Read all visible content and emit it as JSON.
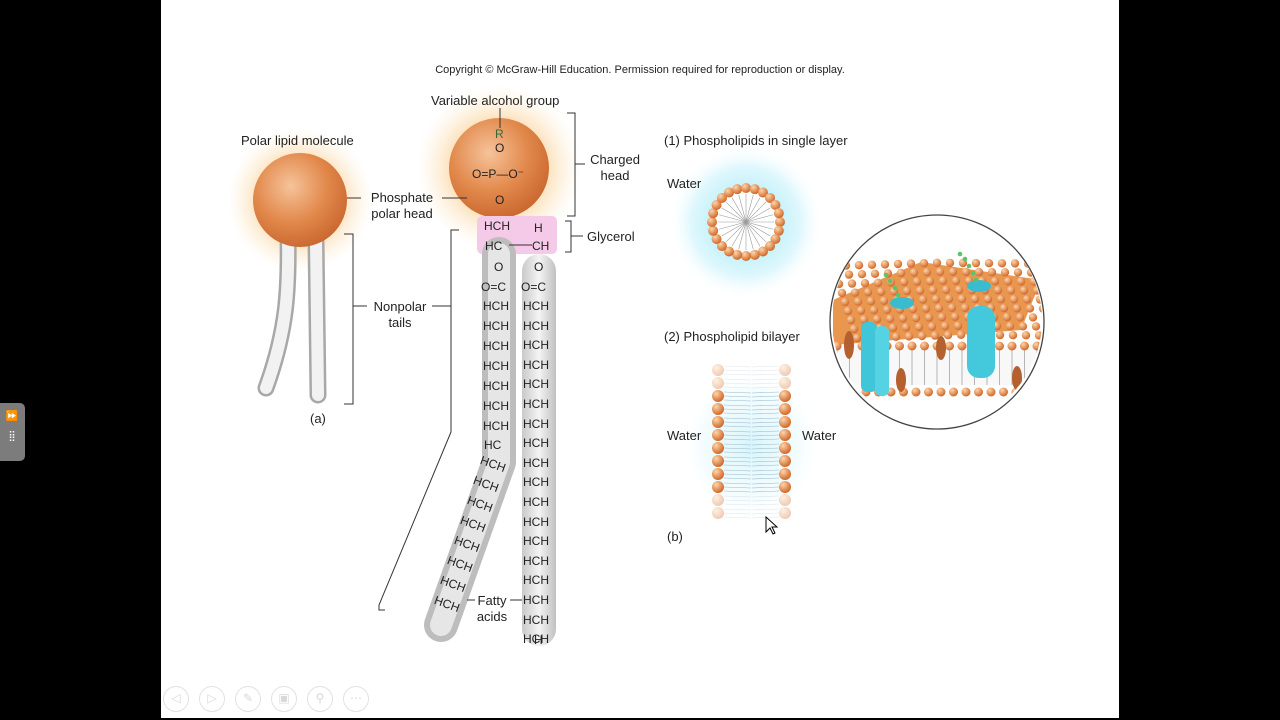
{
  "copyright": "Copyright © McGraw-Hill Education. Permission required for reproduction or display.",
  "labels": {
    "polar_lipid_molecule": "Polar lipid molecule",
    "phosphate_polar_head_1": "Phosphate",
    "phosphate_polar_head_2": "polar head",
    "nonpolar_tails_1": "Nonpolar",
    "nonpolar_tails_2": "tails",
    "panel_a": "(a)",
    "variable_alcohol_group": "Variable alcohol group",
    "charged_head_1": "Charged",
    "charged_head_2": "head",
    "glycerol": "Glycerol",
    "fatty_acids_1": "Fatty",
    "fatty_acids_2": "acids",
    "single_layer_title": "(1) Phospholipids in single layer",
    "water_single": "Water",
    "bilayer_title": "(2) Phospholipid bilayer",
    "water_left": "Water",
    "water_right": "Water",
    "panel_b": "(b)"
  },
  "formula": {
    "r": "R",
    "o1": "O",
    "phosphate": "O=P—O⁻",
    "o2": "O",
    "glycerol_top": "HCH",
    "glycerol_h": "H",
    "glycerol_left": "HC",
    "glycerol_right": "CH",
    "ester_o": "O",
    "carbonyl": "O=C",
    "hch": "HCH",
    "hc": "HC",
    "h": "H"
  },
  "controls": [
    "back-icon",
    "forward-icon",
    "pen-icon",
    "slides-icon",
    "zoom-icon",
    "more-icon"
  ],
  "colors": {
    "head_orange": "#e08a48",
    "glow": "#f6b25a",
    "glycerol_pink": "#f3c6e6",
    "water_blue": "#8fe0f5",
    "protein_cyan": "#3fc6d8"
  }
}
